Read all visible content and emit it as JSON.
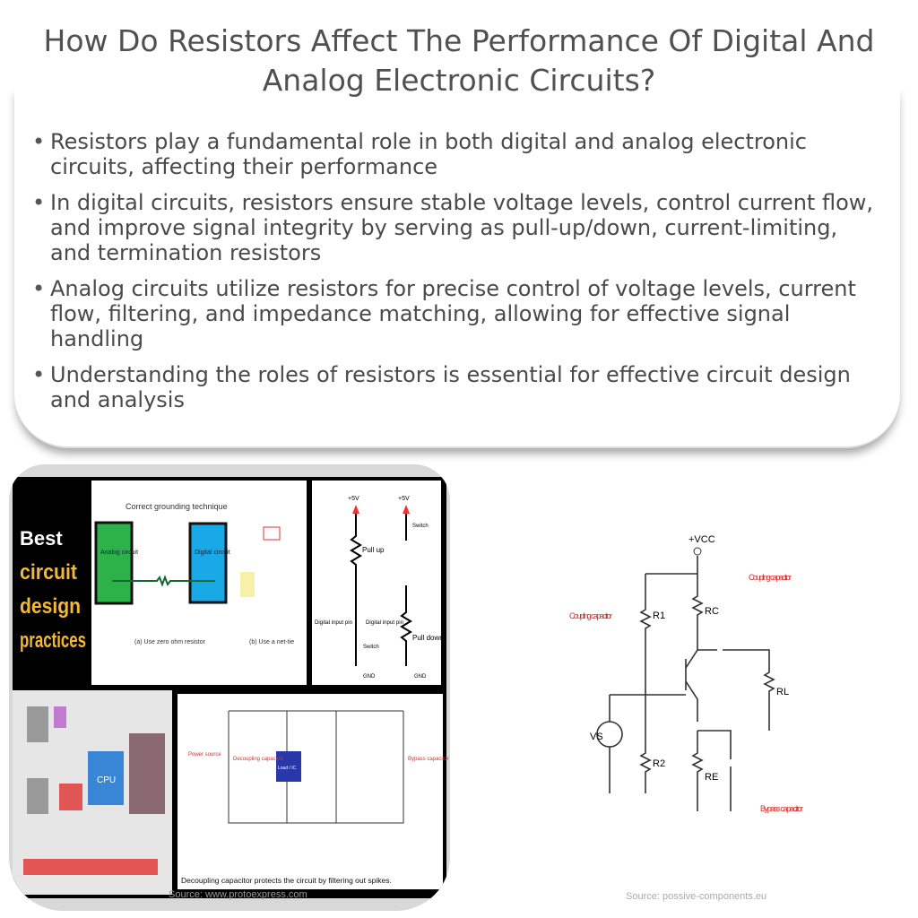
{
  "title": "How Do Resistors Affect The Performance Of Digital And Analog Electronic Circuits?",
  "bullets": [
    "Resistors play a fundamental role in both digital and analog electronic circuits, affecting their performance",
    "In digital circuits, resistors ensure stable voltage levels, control current flow, and improve signal integrity by serving as pull-up/down, current-limiting, and termination resistors",
    "Analog circuits utilize resistors for precise control of voltage levels, current flow, filtering, and impedance matching, allowing for effective signal handling",
    "Understanding the roles of resistors is essential for effective circuit design and analysis"
  ],
  "left_image": {
    "heading_white": "Best",
    "heading_yellow": [
      "circuit",
      "design",
      "practices"
    ],
    "grounding_title": "Correct grounding technique",
    "analog_box": "Analog circuit",
    "digital_box": "Digital circuit",
    "caption_a": "(a) Use zero ohm resistor",
    "caption_b": "(b) Use a net-tie",
    "pullup_label": "Pull up",
    "pulldown_label": "Pull down",
    "vcc_label": "+5V",
    "switch_label": "Switch",
    "gnd_label": "GND",
    "pin_label": "Digital input pin",
    "cpu_label": "CPU",
    "power_source": "Power source",
    "decoupling_cap": "Decoupling capacitor",
    "load_label": "Load / IC",
    "bypass_cap": "Bypass capacitor",
    "caption_bottom": "Decoupling capacitor protects the circuit by filtering out spikes.",
    "source": "Source: www.protoexpress.com",
    "accent_yellow": "#f5b82e"
  },
  "right_image": {
    "vcc": "+VCC",
    "r1": "R1",
    "r2": "R2",
    "rc": "RC",
    "re": "RE",
    "rl": "RL",
    "vs": "VS",
    "coupling_left": "Coupling capacitor",
    "coupling_right": "Coupling capacitor",
    "bypass": "Bypass capacitor",
    "source": "Source: possive-components.eu",
    "label_red": "#d62a2a"
  }
}
